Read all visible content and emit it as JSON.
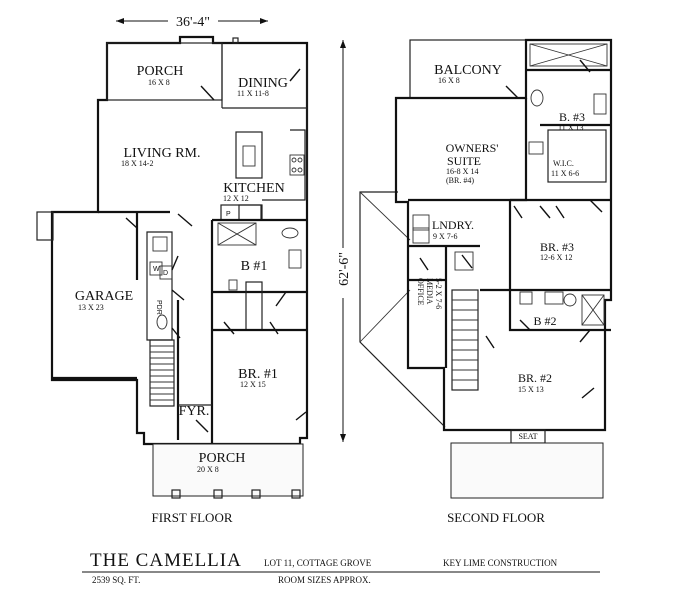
{
  "dimensions": {
    "width_label": "36'-4\"",
    "depth_label": "62'-6\""
  },
  "first_floor": {
    "label": "FIRST FLOOR",
    "rooms": {
      "porch_rear": {
        "name": "PORCH",
        "size": "16 X 8"
      },
      "dining": {
        "name": "DINING",
        "size": "11 X 11-8"
      },
      "living": {
        "name": "LIVING RM.",
        "size": "18 X 14-2"
      },
      "kitchen": {
        "name": "KITCHEN",
        "size": "12 X 12"
      },
      "garage": {
        "name": "GARAGE",
        "size": "13 X 23"
      },
      "bath1": {
        "name": "B #1"
      },
      "br1": {
        "name": "BR. #1",
        "size": "12 X 15"
      },
      "foyer": {
        "name": "FYR."
      },
      "porch_front": {
        "name": "PORCH",
        "size": "20 X 8"
      }
    },
    "fixture_labels": {
      "pantry": "P",
      "pdr": "PDR",
      "washer": "W",
      "dryer": "D"
    }
  },
  "second_floor": {
    "label": "SECOND FLOOR",
    "rooms": {
      "balcony": {
        "name": "BALCONY",
        "size": "16 X 8"
      },
      "bath3": {
        "name": "B. #3",
        "size": "11 X 13"
      },
      "owners": {
        "name_line1": "OWNERS'",
        "name_line2": "SUITE",
        "size": "16-8 X 14",
        "note": "(BR. #4)"
      },
      "wic": {
        "name": "W.I.C.",
        "size": "11 X 6-6"
      },
      "laundry": {
        "name": "LNDRY.",
        "size": "9 X 7-6"
      },
      "br3": {
        "name": "BR. #3",
        "size": "12-6 X 12"
      },
      "office": {
        "name_line1": "OFFICE",
        "name_line2": "MEDIA",
        "size": "5-2 X 7-6"
      },
      "bath2": {
        "name": "B #2"
      },
      "br2": {
        "name": "BR. #2",
        "size": "15 X 13"
      },
      "seat": {
        "name": "SEAT"
      }
    }
  },
  "title_block": {
    "name": "THE CAMELLIA",
    "lot": "LOT 11, COTTAGE GROVE",
    "builder": "KEY LIME CONSTRUCTION",
    "area": "2539 SQ. FT.",
    "note": "ROOM SIZES APPROX."
  },
  "colors": {
    "line": "#111111",
    "background": "#ffffff"
  }
}
